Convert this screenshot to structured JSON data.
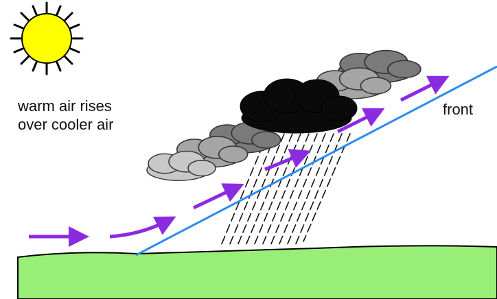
{
  "labels": {
    "caption_line1": "warm air rises",
    "caption_line2": "over cooler air",
    "front": "front"
  },
  "colors": {
    "sun_fill": "#ffff00",
    "sun_rays": "#000000",
    "ground": "#99ee77",
    "front_line": "#2a8cf0",
    "warm_air_arrows": "#8a2be2",
    "storm_cloud": "#0a0a0a",
    "cloud_dark_gray": "#7a7a7a",
    "cloud_mid_gray": "#a5a5a5",
    "cloud_light_gray": "#c8c8c8",
    "rain": "#111111"
  },
  "icons": [
    "sun-icon",
    "storm-cloud-icon",
    "cloud-icon",
    "rain-streaks",
    "warm-air-arrow"
  ]
}
